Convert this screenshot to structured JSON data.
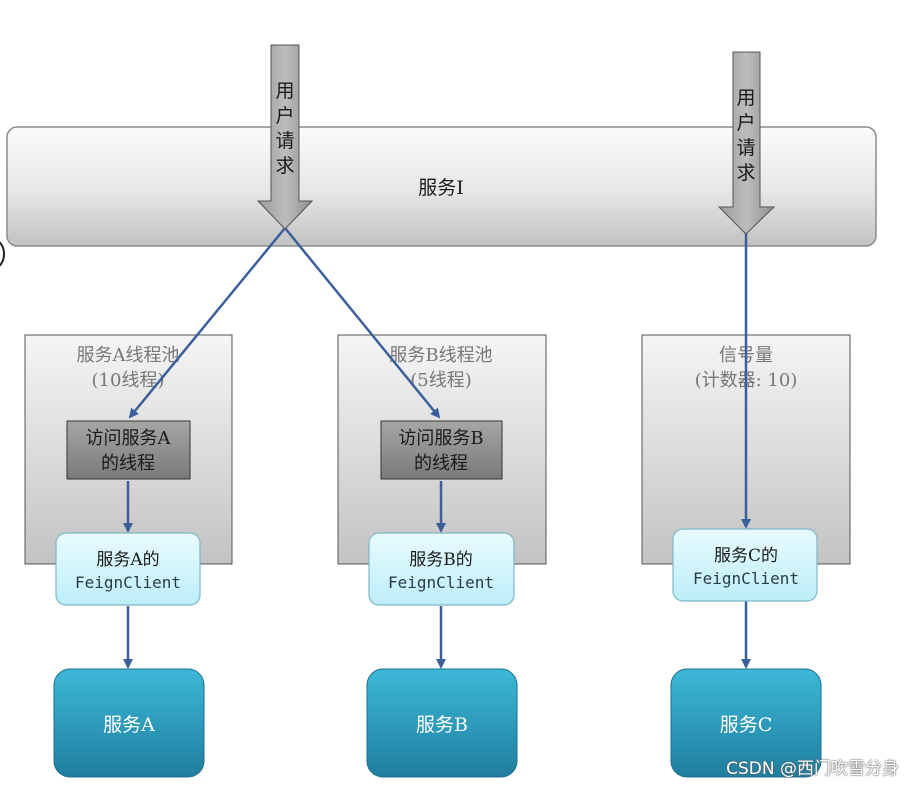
{
  "service_i": {
    "label": "服务I"
  },
  "user_request": {
    "chars": [
      "用",
      "户",
      "请",
      "求"
    ]
  },
  "columns": {
    "a": {
      "pool_title": "服务A线程池",
      "pool_sub": "(10线程)",
      "thread_line1": "访问服务A",
      "thread_line2": "的线程",
      "client_line1": "服务A的",
      "client_line2": "FeignClient",
      "service": "服务A"
    },
    "b": {
      "pool_title": "服务B线程池",
      "pool_sub": "(5线程)",
      "thread_line1": "访问服务B",
      "thread_line2": "的线程",
      "client_line1": "服务B的",
      "client_line2": "FeignClient",
      "service": "服务B"
    },
    "c": {
      "pool_title": "信号量",
      "pool_sub": "(计数器: 10)",
      "client_line1": "服务C的",
      "client_line2": "FeignClient",
      "service": "服务C"
    }
  },
  "watermark": "CSDN @西门吹雪分身",
  "colors": {
    "connector": "#3a5f9a",
    "client_fill": "#d3f4fb",
    "service_fill": "#2b95b7",
    "thread_fill": "#868686"
  }
}
